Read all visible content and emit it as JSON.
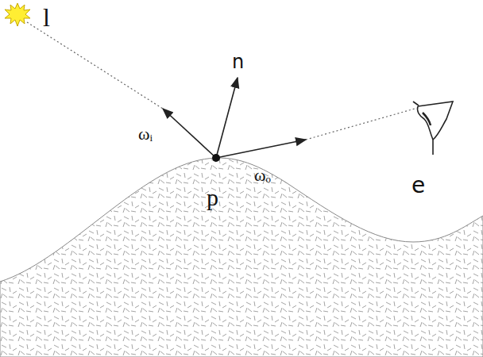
{
  "diagram": {
    "labels": [
      "l",
      "n",
      "ωᵢ",
      "ωₒ",
      "e",
      "p"
    ]
  }
}
